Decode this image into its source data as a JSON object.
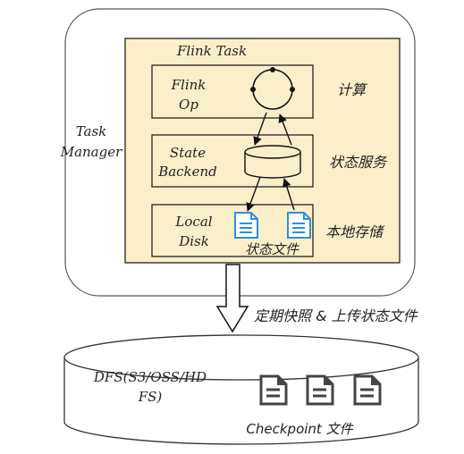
{
  "task_manager": {
    "line1": "Task",
    "line2": "Manager"
  },
  "flink_task": {
    "title": "Flink Task"
  },
  "op_box": {
    "line1": "Flink",
    "line2": "Op"
  },
  "state_box": {
    "line1": "State",
    "line2": "Backend"
  },
  "disk_box": {
    "line1": "Local",
    "line2": "Disk",
    "files_label": "状态文件"
  },
  "side_labels": {
    "compute": "计算",
    "state_service": "状态服务",
    "local_storage": "本地存储"
  },
  "upload_label": "定期快照 & 上传状态文件",
  "dfs": {
    "line1": "DFS(S3/OSS/HD",
    "line2": "FS)",
    "checkpoint_label": "Checkpoint 文件"
  },
  "colors": {
    "task_fill": "#fbefc9",
    "file_blue": "#2f8fd8",
    "file_dark": "#444444"
  }
}
